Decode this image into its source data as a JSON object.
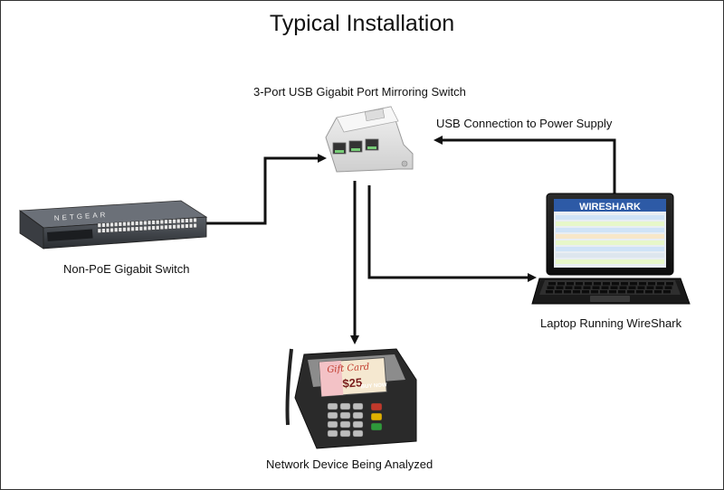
{
  "title": "Typical Installation",
  "nodes": {
    "mirror_switch": {
      "label": "3-Port USB Gigabit Port Mirroring Switch",
      "icon": "port-mirroring-switch-icon"
    },
    "poe_switch": {
      "label": "Non-PoE Gigabit Switch",
      "brand_text": "NETGEAR",
      "icon": "network-switch-icon"
    },
    "laptop": {
      "label": "Laptop Running WireShark",
      "screen_text": "WIRESHARK",
      "icon": "laptop-icon"
    },
    "device": {
      "label": "Network Device Being Analyzed",
      "screen_text_1": "Gift Card",
      "screen_text_2": "$25",
      "screen_text_3": "BUY NOW",
      "icon": "payment-terminal-icon"
    }
  },
  "connections": {
    "usb_label": "USB Connection to Power Supply"
  }
}
